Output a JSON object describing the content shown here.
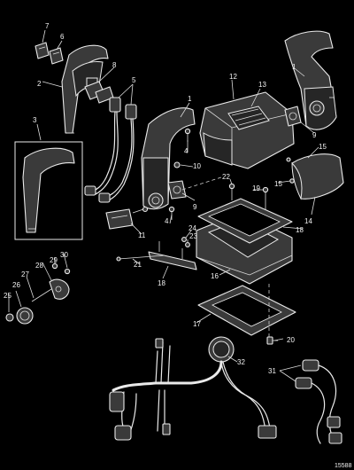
{
  "callouts": {
    "c1a": "1",
    "c1b": "1",
    "c2": "2",
    "c3": "3",
    "c4a": "4",
    "c4b": "4",
    "c5": "5",
    "c6": "6",
    "c7": "7",
    "c8": "8",
    "c9a": "9",
    "c9b": "9",
    "c10": "10",
    "c11": "11",
    "c12": "12",
    "c13": "13",
    "c14": "14",
    "c15a": "15",
    "c15b": "15",
    "c16": "16",
    "c17": "17",
    "c18a": "18",
    "c18b": "18",
    "c19": "19",
    "c20": "20",
    "c21": "21",
    "c22": "22",
    "c23": "23",
    "c24": "24",
    "c25": "25",
    "c26": "26",
    "c27": "27",
    "c28": "28",
    "c29": "29",
    "c30": "30",
    "c31": "31",
    "c32": "32"
  },
  "figure_code": "15588"
}
